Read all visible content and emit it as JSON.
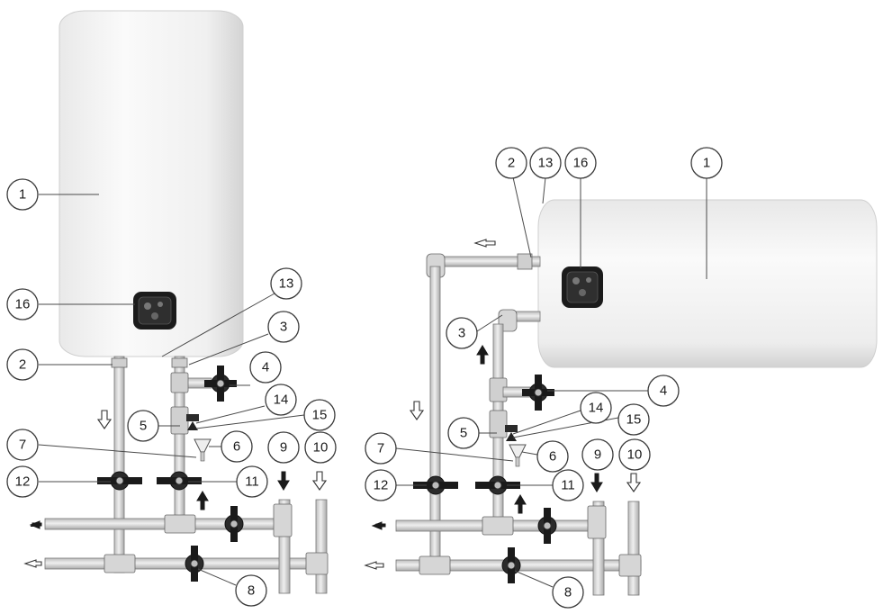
{
  "colors": {
    "tank": "#f1f1f1",
    "tank_shade": "#d6d6d6",
    "pipe": "#d9d9d9",
    "outline": "#555555",
    "valve": "#2b2b2b",
    "panel": "#1b1b1b"
  },
  "vertical": {
    "callouts": {
      "c1": "1",
      "c2": "2",
      "c3": "3",
      "c4": "4",
      "c5": "5",
      "c6": "6",
      "c7": "7",
      "c8": "8",
      "c9": "9",
      "c10": "10",
      "c11": "11",
      "c12": "12",
      "c13": "13",
      "c14": "14",
      "c15": "15",
      "c16": "16"
    }
  },
  "horizontal": {
    "callouts": {
      "c1": "1",
      "c2": "2",
      "c3": "3",
      "c4": "4",
      "c5": "5",
      "c6": "6",
      "c7": "7",
      "c8": "8",
      "c9": "9",
      "c10": "10",
      "c11": "11",
      "c12": "12",
      "c13": "13",
      "c14": "14",
      "c15": "15",
      "c16": "16"
    }
  }
}
